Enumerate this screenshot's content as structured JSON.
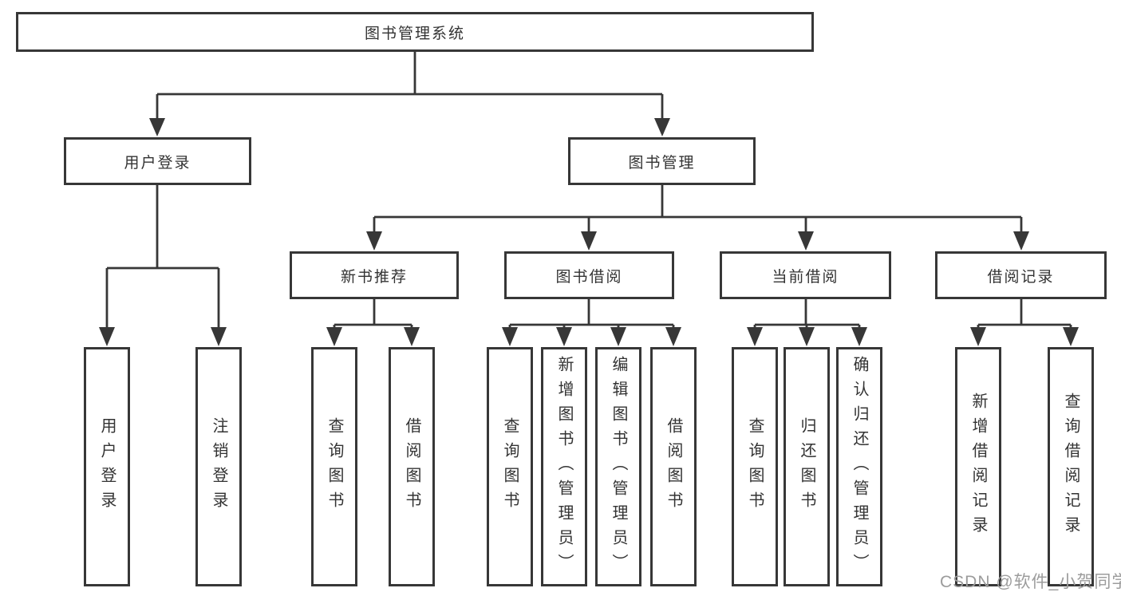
{
  "diagram": {
    "root": {
      "label": "图书管理系统"
    },
    "branches": [
      {
        "label": "用户登录",
        "children": [
          {
            "label": "用户登录"
          },
          {
            "label": "注销登录"
          }
        ]
      },
      {
        "label": "图书管理",
        "children": [
          {
            "label": "新书推荐",
            "children": [
              {
                "label": "查询图书"
              },
              {
                "label": "借阅图书"
              }
            ]
          },
          {
            "label": "图书借阅",
            "children": [
              {
                "label": "查询图书"
              },
              {
                "label": "新增图书（管理员）"
              },
              {
                "label": "编辑图书（管理员）"
              },
              {
                "label": "借阅图书"
              }
            ]
          },
          {
            "label": "当前借阅",
            "children": [
              {
                "label": "查询图书"
              },
              {
                "label": "归还图书"
              },
              {
                "label": "确认归还（管理员）"
              }
            ]
          },
          {
            "label": "借阅记录",
            "children": [
              {
                "label": "新增借阅记录"
              },
              {
                "label": "查询借阅记录"
              }
            ]
          }
        ]
      }
    ]
  },
  "watermark": {
    "text": "CSDN @软件_小贺同学"
  },
  "colors": {
    "line": "#373737",
    "box_fill": "#ffffff",
    "text": "#333333",
    "watermark": "#9c9c9c"
  }
}
